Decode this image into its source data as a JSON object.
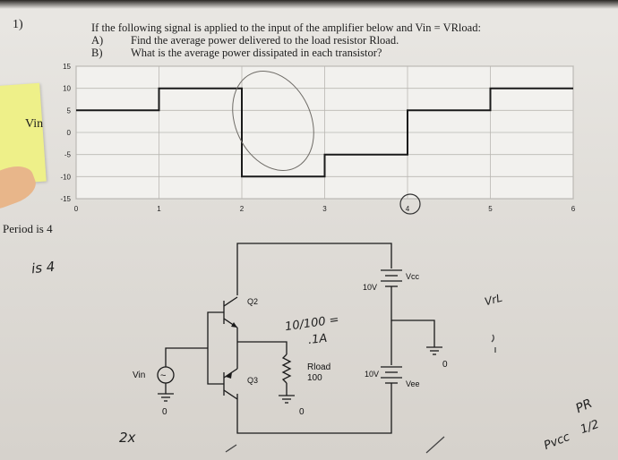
{
  "question": {
    "number": "1)",
    "line1": "If the following signal is applied to the input of the amplifier below and Vin = VRload:",
    "line2_label": "A)",
    "line2": "Find the average power delivered to the load resistor Rload.",
    "line3_label": "B)",
    "line3": "What is the average power dissipated in each transistor?"
  },
  "chart_data": {
    "type": "line",
    "ylabel": "Vin",
    "x_ticks": [
      "0",
      "1",
      "2",
      "3",
      "4",
      "5",
      "6"
    ],
    "y_ticks": [
      "15",
      "10",
      "5",
      "0",
      "-5",
      "-10",
      "-15"
    ],
    "xlim": [
      0,
      6
    ],
    "ylim": [
      -15,
      15
    ],
    "grid": true,
    "series": [
      {
        "x": [
          0,
          1,
          1,
          2,
          2,
          3,
          3,
          4,
          4,
          5,
          5,
          6
        ],
        "y": [
          5,
          5,
          10,
          10,
          -10,
          -10,
          -5,
          -5,
          5,
          5,
          10,
          10
        ]
      }
    ]
  },
  "notes": {
    "period": "Period is 4",
    "period_hand": "is 4",
    "calc1": "10/100 =",
    "calc2": ".1A",
    "twox": "2x",
    "vrl": "VrL",
    "pr": "PR",
    "pvcc": "Pvcc",
    "frac": "1/2"
  },
  "circuit": {
    "vcc_value": "10V",
    "vcc_label": "Vcc",
    "vee_value": "10V",
    "vee_label": "Vee",
    "q2": "Q2",
    "q3": "Q3",
    "vin": "Vin",
    "rload_label": "Rload",
    "rload_value": "100",
    "ground1": "0",
    "ground2": "0",
    "ground3": "0"
  }
}
